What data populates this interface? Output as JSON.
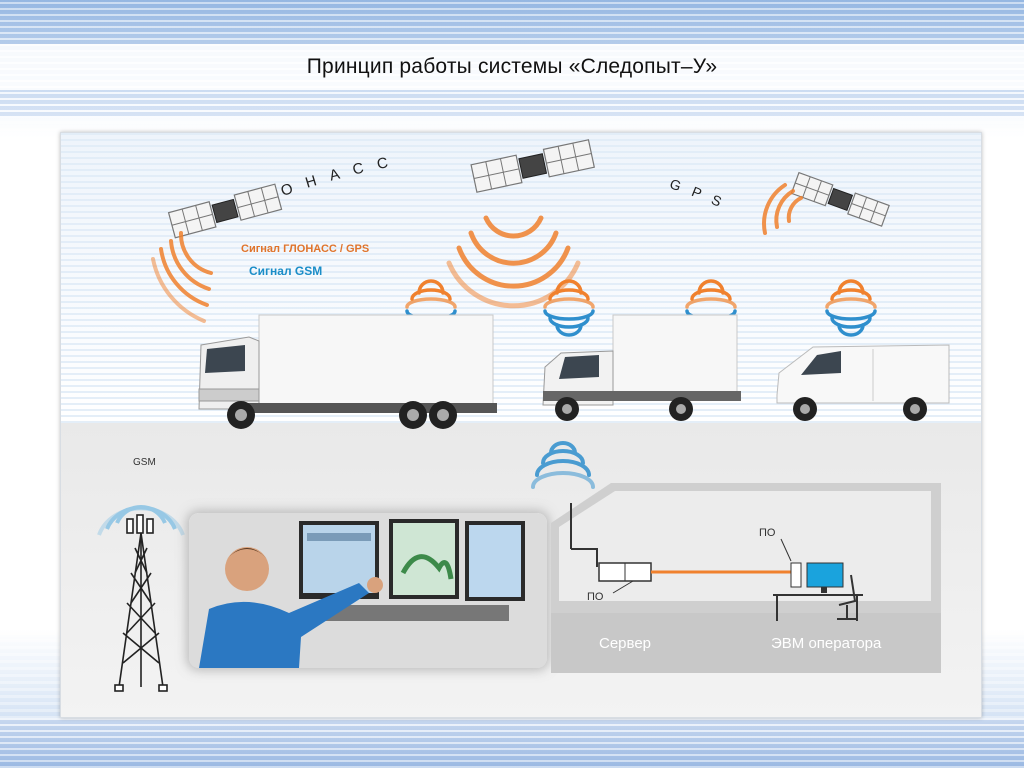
{
  "slide": {
    "title": "Принцип работы системы «Следопыт–У»"
  },
  "diagram": {
    "orbit_labels": {
      "glonass": "ГЛОНАСС",
      "gps": "GPS"
    },
    "signal_labels": {
      "glonass_gps": "Сигнал ГЛОНАСС / GPS",
      "gsm": "Сигнал GSM"
    },
    "tower_label": "GSM",
    "room": {
      "server_label": "Сервер",
      "operator_label": "ЭВМ оператора",
      "software_label_server": "ПО",
      "software_label_operator": "ПО"
    },
    "colors": {
      "satellite_signal": "#f0812e",
      "gsm_signal": "#2f8fcd",
      "link_line": "#f0812e",
      "room_floor": "#cfcfcf"
    },
    "icons": [
      "satellite-icon",
      "truck-icon",
      "van-icon",
      "cell-tower-icon",
      "server-icon",
      "computer-icon",
      "office-chair-icon"
    ]
  }
}
